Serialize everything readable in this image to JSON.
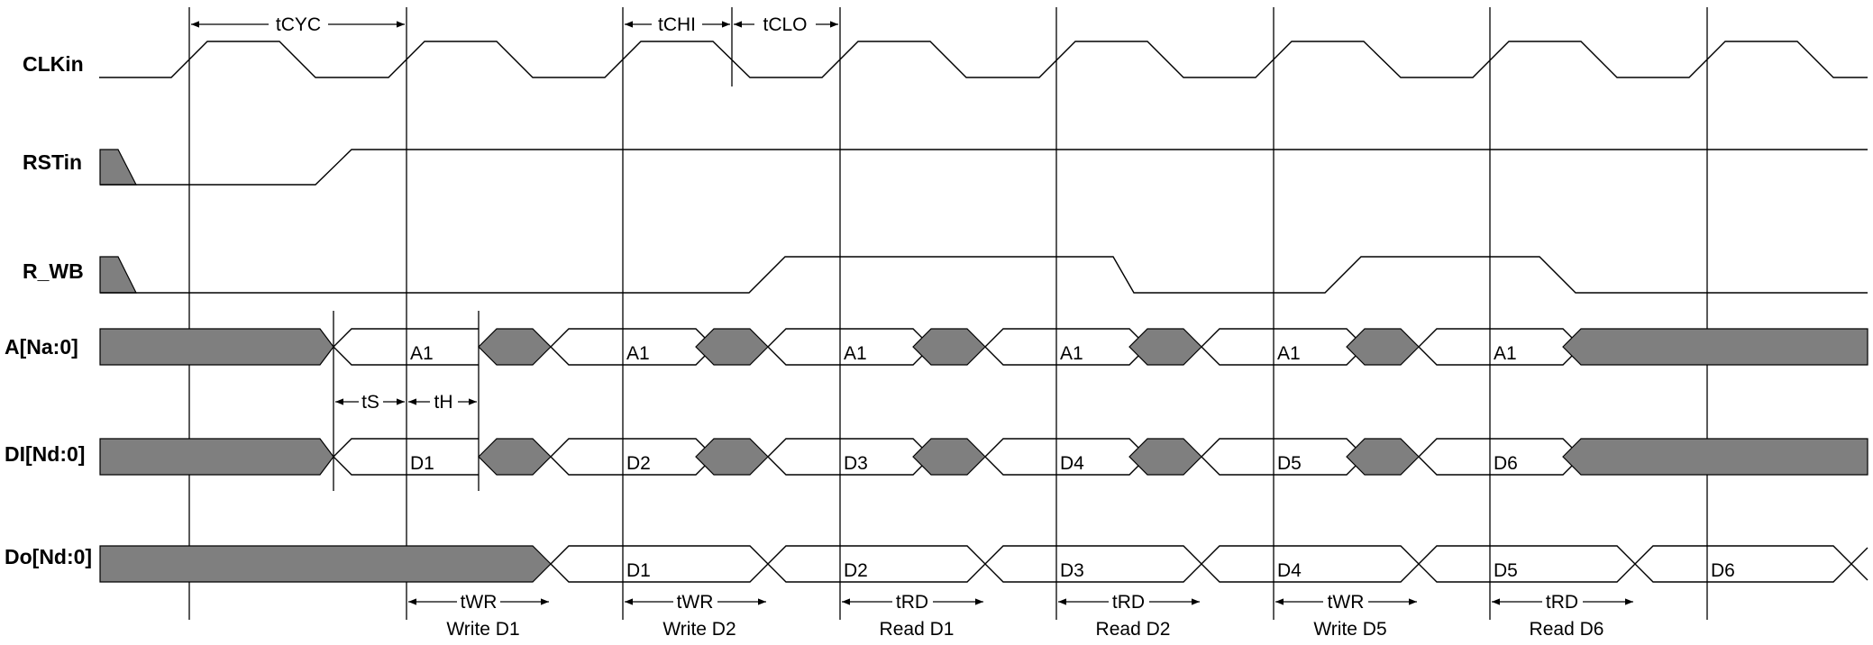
{
  "diagram": {
    "signals": [
      {
        "id": "clk",
        "label": "CLKin"
      },
      {
        "id": "rst",
        "label": "RSTin"
      },
      {
        "id": "rwb",
        "label": "R_WB"
      },
      {
        "id": "addr",
        "label": "A[Na:0]"
      },
      {
        "id": "din",
        "label": "DI[Nd:0]"
      },
      {
        "id": "dout",
        "label": "Do[Nd:0]"
      }
    ],
    "timing_labels": {
      "tcyc": "tCYC",
      "tchi": "tCHI",
      "tclo": "tCLO",
      "ts": "tS",
      "th": "tH"
    },
    "address_values": [
      "A1",
      "A1",
      "A1",
      "A1",
      "A1",
      "A1"
    ],
    "data_in_values": [
      "D1",
      "D2",
      "D3",
      "D4",
      "D5",
      "D6"
    ],
    "data_out_values": [
      "D1",
      "D2",
      "D3",
      "D4",
      "D5",
      "D6"
    ],
    "cycle_delays": [
      "tWR",
      "tWR",
      "tRD",
      "tRD",
      "tWR",
      "tRD"
    ],
    "operations": [
      "Write D1",
      "Write D2",
      "Read D1",
      "Read D2",
      "Write D5",
      "Read D6"
    ]
  }
}
